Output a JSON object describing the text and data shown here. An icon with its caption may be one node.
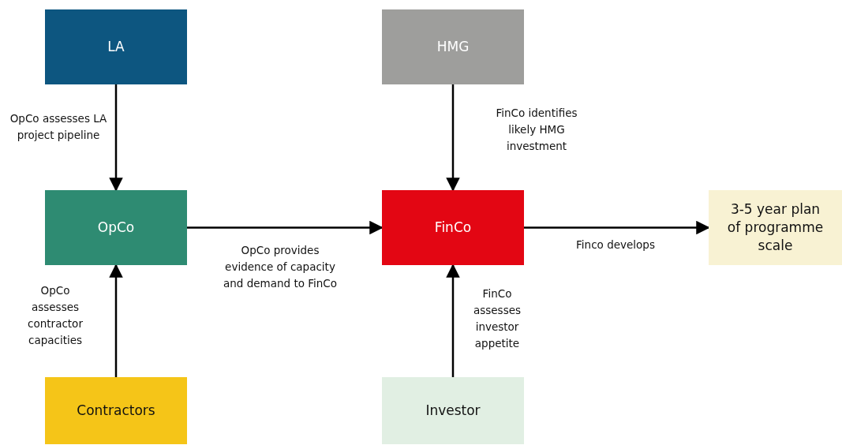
{
  "diagram": {
    "nodes": [
      {
        "text": [
          "LA"
        ]
      },
      {
        "text": [
          "HMG"
        ]
      },
      {
        "text": [
          "OpCo"
        ]
      },
      {
        "text": [
          "FinCo"
        ]
      },
      {
        "text": [
          "3-5 year plan of programme scale"
        ]
      },
      {
        "text": [
          "Contractors"
        ]
      },
      {
        "text": [
          "Investor"
        ]
      }
    ],
    "edges": [
      {
        "from": 0,
        "to": 2,
        "arrow": "to",
        "label": "OpCo assesses LA project pipeline"
      },
      {
        "from": 1,
        "to": 3,
        "arrow": "to",
        "label": "FinCo identifies likely HMG investment"
      },
      {
        "from": 2,
        "to": 3,
        "arrow": "to",
        "label": "OpCo provides evidence of capacity and demand to FinCo"
      },
      {
        "from": 3,
        "to": 4,
        "arrow": "to",
        "label": "Finco develops"
      },
      {
        "from": 5,
        "to": 2,
        "arrow": "to",
        "label": "OpCo assesses contractor capacities"
      },
      {
        "from": 6,
        "to": 3,
        "arrow": "to",
        "label": "FinCo assesses investor appetite"
      }
    ]
  }
}
